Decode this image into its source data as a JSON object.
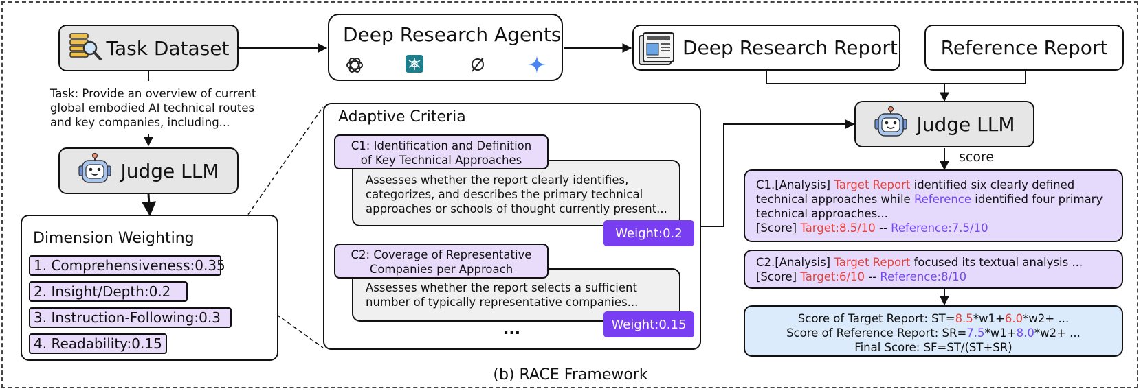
{
  "task_dataset": {
    "label": "Task Dataset",
    "icon": "database-search-icon"
  },
  "task_text": [
    "Task: Provide an overview of current",
    "global embodied AI technical routes",
    "and key companies, including..."
  ],
  "agents": {
    "title": "Deep Research Agents",
    "icons": [
      "openai-icon",
      "agent-logo-icon",
      "perplexity-icon",
      "gemini-icon"
    ]
  },
  "report": {
    "label": "Deep Research Report",
    "icon": "newspaper-icon"
  },
  "reference": {
    "label": "Reference Report"
  },
  "judge_left": {
    "label": "Judge LLM",
    "icon": "robot-icon"
  },
  "judge_right": {
    "label": "Judge LLM",
    "icon": "robot-icon"
  },
  "score_label": "score",
  "dimension": {
    "title": "Dimension Weighting",
    "items": [
      "1. Comprehensiveness:0.35",
      "2. Insight/Depth:0.2",
      "3. Instruction-Following:0.3",
      "4. Readability:0.15"
    ]
  },
  "criteria": {
    "title": "Adaptive Criteria",
    "c1": {
      "header": [
        "C1: Identification and Definition",
        "of Key Technical Approaches"
      ],
      "body": [
        "Assesses whether the report clearly identifies,",
        "categorizes, and describes the primary technical",
        "approaches or schools of thought currently present..."
      ],
      "weight": "Weight:0.2"
    },
    "c2": {
      "header": [
        "C2: Coverage of Representative",
        "Companies per Approach"
      ],
      "body": [
        "Assesses whether the report selects a sufficient",
        "number of typically representative companies..."
      ],
      "weight": "Weight:0.15"
    },
    "ellipsis": "..."
  },
  "analysis1": {
    "l1_pre": "C1.[Analysis] ",
    "l1_target": "Target Report",
    "l1_post": " identified six clearly defined",
    "l2_pre": "technical approaches while ",
    "l2_ref": "Reference",
    "l2_post": " identified four primary",
    "l3": "technical approaches...",
    "l4_pre": "[Score] ",
    "l4_target": "Target:8.5/10",
    "l4_mid": " -- ",
    "l4_ref": "Reference:7.5/10"
  },
  "analysis2": {
    "l1_pre": "C2.[Analysis] ",
    "l1_target": "Target Report",
    "l1_post": " focused its textual analysis ...",
    "l2_pre": "[Score] ",
    "l2_target": "Target:6/10",
    "l2_mid": " -- ",
    "l2_ref": "Reference:8/10"
  },
  "final": {
    "l1_pre": "Score of Target Report: ST=",
    "l1_v1": "8.5",
    "l1_mid": "*w1+",
    "l1_v2": "6.0",
    "l1_post": "*w2+ ...",
    "l2_pre": "Score of Reference Report: SR=",
    "l2_v1": "7.5",
    "l2_mid": "*w1+",
    "l2_v2": "8.0",
    "l2_post": "*w2+ ...",
    "l3": "Final Score: SF=ST/(ST+SR)"
  },
  "caption": "(b) RACE Framework",
  "colors": {
    "target": "#e8413a",
    "reference": "#7548f0",
    "weight_button": "#7a3ef2",
    "criteria_header": "#e9dcfb",
    "final_box": "#dcebfb"
  }
}
